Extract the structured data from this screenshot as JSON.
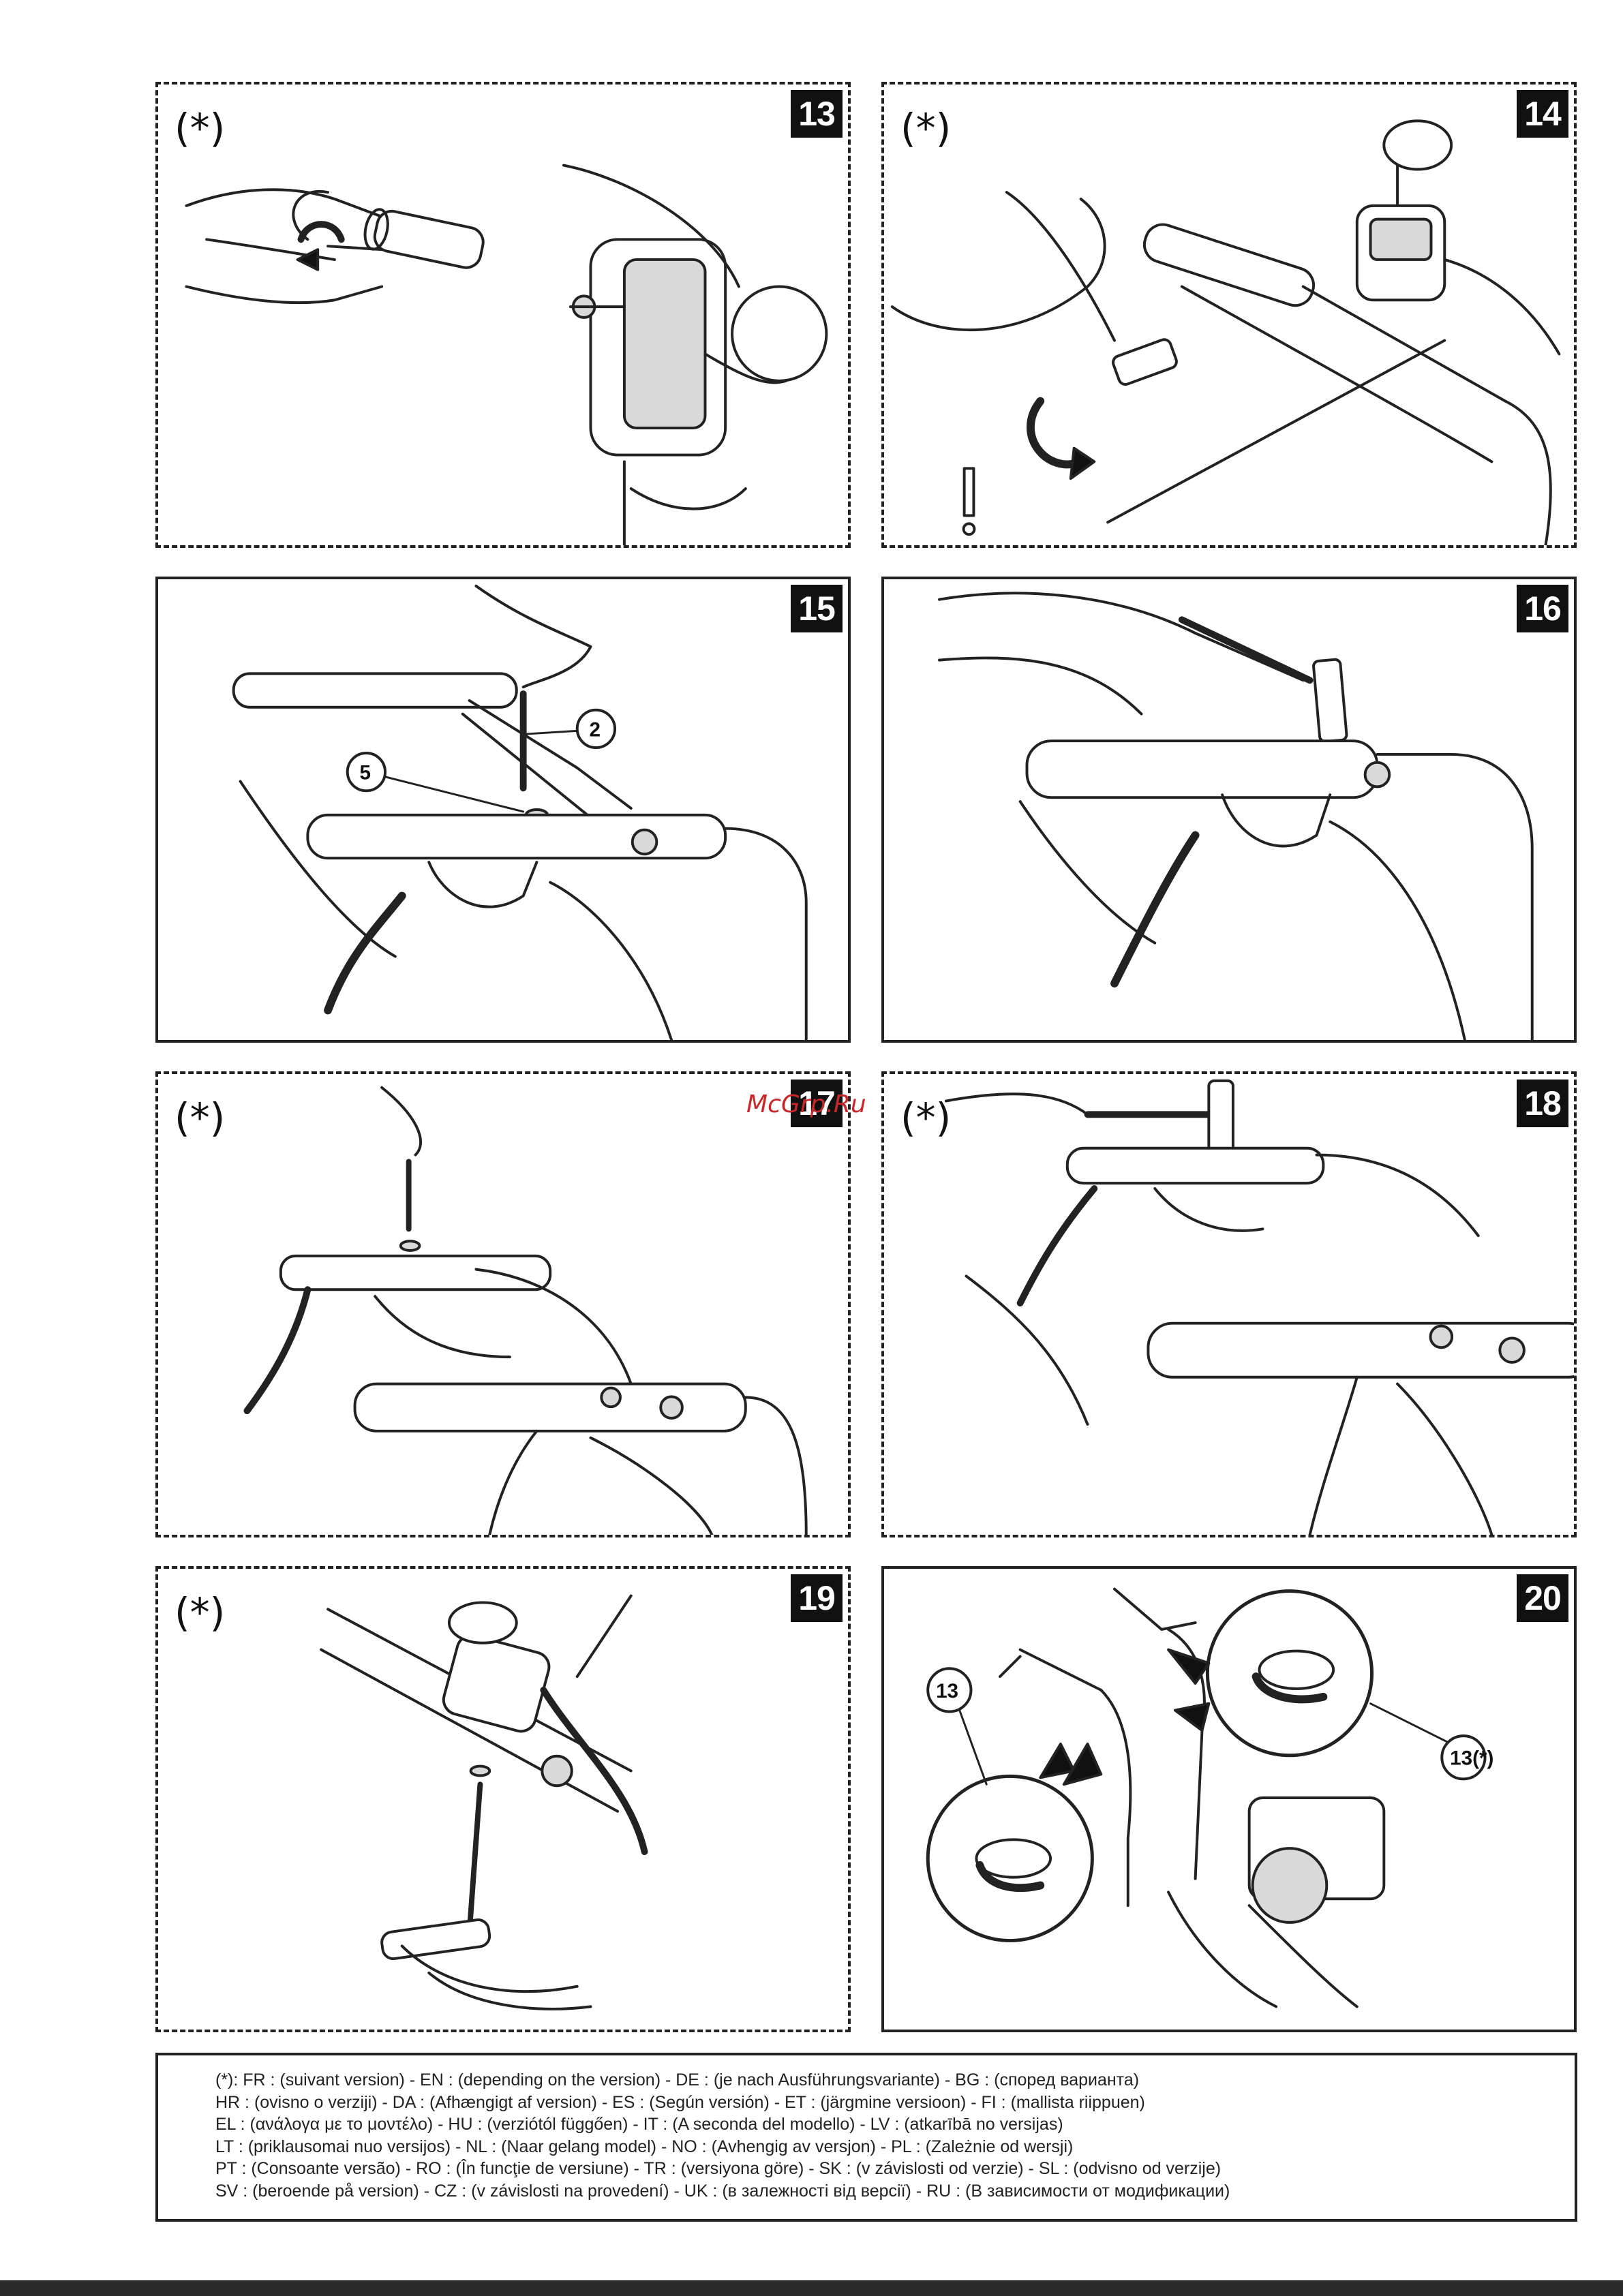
{
  "panels": [
    {
      "number": "13",
      "note": "(*)"
    },
    {
      "number": "14",
      "note": "(*)"
    },
    {
      "number": "15",
      "note": "",
      "callouts": [
        "2",
        "5"
      ]
    },
    {
      "number": "16",
      "note": ""
    },
    {
      "number": "17",
      "note": "(*)"
    },
    {
      "number": "18",
      "note": "(*)"
    },
    {
      "number": "19",
      "note": "(*)"
    },
    {
      "number": "20",
      "note": "",
      "callouts": [
        "13",
        "13(*)"
      ]
    }
  ],
  "watermark": "McGrp.Ru",
  "legend": {
    "lines": [
      "(*): FR : (suivant version) - EN : (depending on the version) - DE : (je nach Ausführungsvariante) - BG : (според варианта)",
      "HR : (ovisno o verziji) - DA : (Afhængigt af version) - ES : (Según versión) - ET : (järgmine versioon) - FI : (mallista riippuen)",
      "EL : (ανάλογα με το μοντέλο) - HU : (verziótól függően) - IT : (A seconda del modello) - LV : (atkarībā no versijas)",
      "LT : (priklausomai nuo versijos) - NL : (Naar gelang model) - NO : (Avhengig av versjon) - PL : (Zależnie od wersji)",
      "PT : (Consoante versão) - RO : (În funcţie de versiune) - TR : (versiyona göre) - SK : (v závislosti od verzie) - SL : (odvisno od verzije)",
      "SV : (beroende på version) - CZ : (v závislosti na provedení) - UK : (в залежності від версії) - RU : (В зависимости от модификации)"
    ]
  }
}
